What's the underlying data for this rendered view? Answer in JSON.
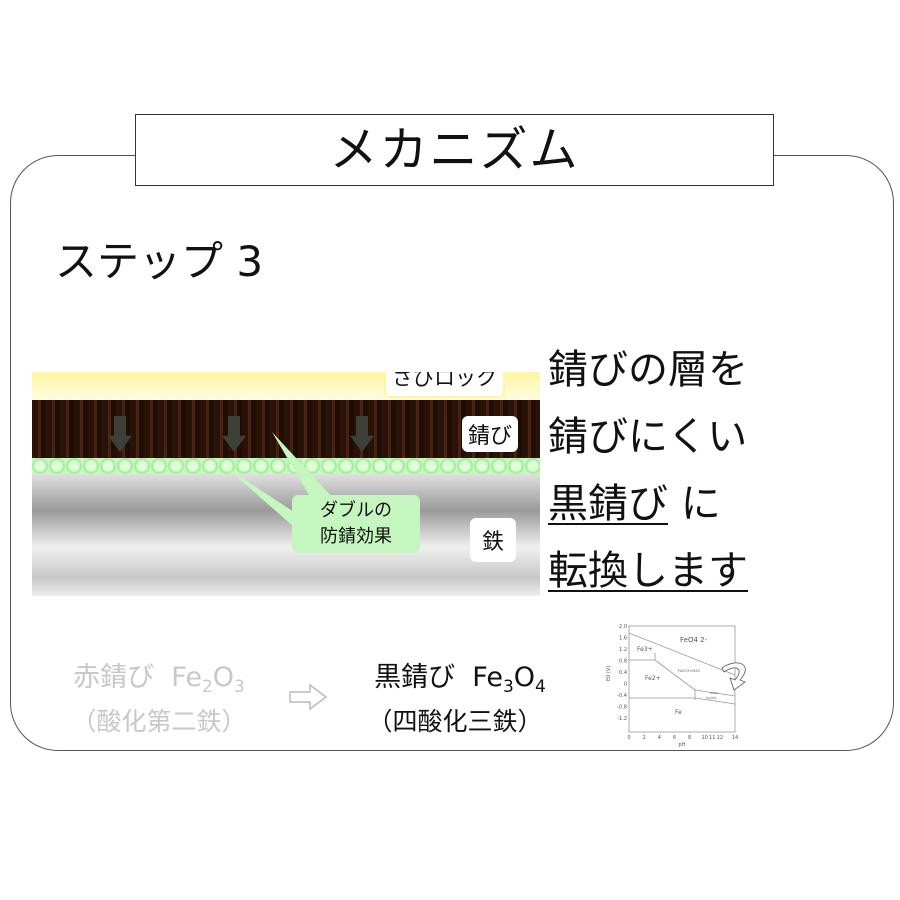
{
  "title": "メカニズム",
  "step": "ステップ 3",
  "diagram": {
    "topcoat_label": "さびロック",
    "rust_label": "錆び",
    "iron_label": "鉄",
    "callout_line1": "ダブルの",
    "callout_line2": "防錆効果"
  },
  "right_text": {
    "line1": "錆びの層を",
    "line2": "錆びにくい",
    "line3_underlined": "黒錆び",
    "line3_rest": " に",
    "line4": "転換します"
  },
  "before": {
    "name": "赤錆び",
    "formula_base1": "Fe",
    "sub1": "2",
    "formula_base2": "O",
    "sub2": "3",
    "desc": "（酸化第二鉄）"
  },
  "after": {
    "name": "黒錆び",
    "formula_base1": "Fe",
    "sub1": "3",
    "formula_base2": "O",
    "sub2": "4",
    "desc": "（四酸化三鉄）"
  },
  "pourbaix": {
    "y_ticks": [
      "2.0",
      "1.6",
      "1.2",
      "0.8",
      "0.4",
      "0",
      "-0.4",
      "-0.8",
      "-1.2"
    ],
    "x_ticks": [
      "0",
      "2",
      "4",
      "6",
      "8",
      "10",
      "11",
      "12",
      "14"
    ],
    "xlabel": "pH",
    "ylabel": "E0 (V)",
    "regions": [
      "FeO4 2-",
      "Fe3+",
      "Fe2+",
      "Fe2O3·nH2O",
      "Fe",
      "Fe3O4",
      "Fe(OH)2"
    ]
  },
  "colors": {
    "callout": "#c6f6c0",
    "topcoat": "#fff6a0",
    "muted_text": "#c8c8c8"
  }
}
